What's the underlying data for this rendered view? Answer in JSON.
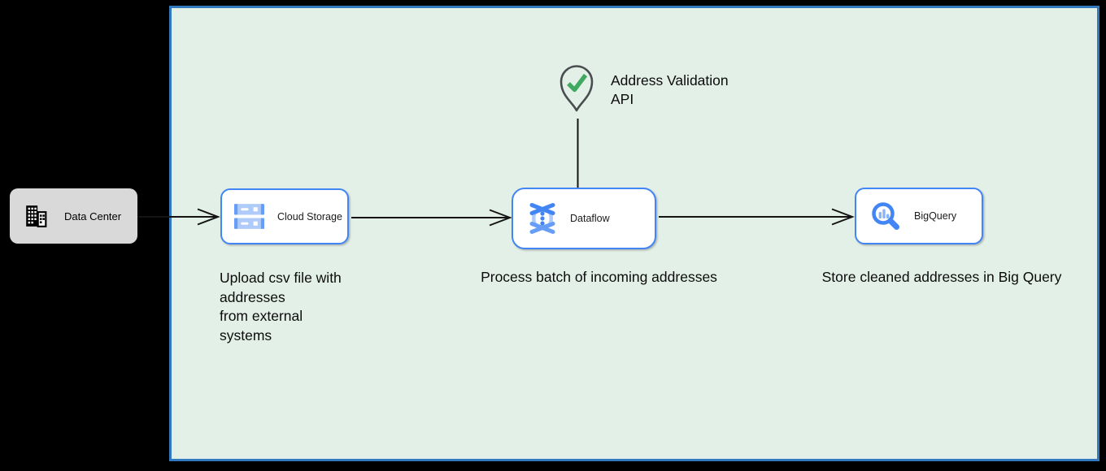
{
  "colors": {
    "canvas_bg": "#000000",
    "zone_fill": "#e3f0e8",
    "zone_border": "#3379c0",
    "node_border_blue": "#4285f4",
    "external_node_fill": "#d9d9d9",
    "icon_blue": "#4285f4",
    "icon_blue_mid": "#669df6",
    "icon_blue_light": "#aecbfa",
    "check_green": "#41a85f",
    "pin_outline": "#4a4d50",
    "connector": "#141414"
  },
  "external": {
    "label": "Data Center"
  },
  "zone": {
    "nodes": [
      {
        "label": "Cloud Storage",
        "caption": "Upload csv file with\naddresses\nfrom external\nsystems"
      },
      {
        "label": "Dataflow",
        "caption": "Process batch of incoming addresses"
      },
      {
        "label": "BigQuery",
        "caption": "Store cleaned addresses in Big Query"
      }
    ],
    "api_marker": {
      "label": "Address Validation\nAPI"
    }
  }
}
